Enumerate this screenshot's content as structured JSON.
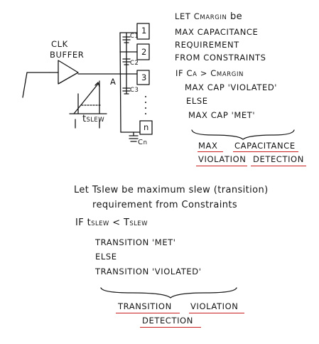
{
  "colors": {
    "ink": "#151515",
    "underline": "#c81e1e"
  },
  "circuit": {
    "clk_buffer_line1": "CLK",
    "clk_buffer_line2": "BUFFER",
    "node_label": "A",
    "slew_label": "t",
    "slew_sub": "SLEW",
    "sinks": [
      {
        "label": "1",
        "cap_label": "C",
        "cap_sub": "1"
      },
      {
        "label": "2",
        "cap_label": "C",
        "cap_sub": "2"
      },
      {
        "label": "3",
        "cap_label": "C",
        "cap_sub": "3"
      },
      {
        "label": "n",
        "cap_label": "C",
        "cap_sub": "n"
      }
    ]
  },
  "cap_text": {
    "line1_a": "LET C",
    "line1_b": "MARGIN",
    "line1_c": " be",
    "line2": "MAX CAPACITANCE",
    "line3": "REQUIREMENT",
    "line4": "FROM CONSTRAINTS",
    "line5_a": "IF C",
    "line5_b": "A",
    "line5_c": " > C",
    "line5_d": "MARGIN",
    "line6": "MAX CAP 'VIOLATED'",
    "line7": "ELSE",
    "line8": "MAX CAP 'MET'",
    "title1_a": "MAX",
    "title1_b": "CAPACITANCE",
    "title2_a": "VIOLATION",
    "title2_b": "DETECTION"
  },
  "slew_text": {
    "line1": "Let  Tslew be maximum slew (transition)",
    "line2": "requirement from Constraints",
    "line3_a": "IF  t",
    "line3_b": "SLEW",
    "line3_c": "  <  T",
    "line3_d": "SLEW",
    "line4": "TRANSITION 'MET'",
    "line5": "ELSE",
    "line6": "TRANSITION 'VIOLATED'",
    "title1_a": "TRANSITION",
    "title1_b": "VIOLATION",
    "title2": "DETECTION"
  }
}
